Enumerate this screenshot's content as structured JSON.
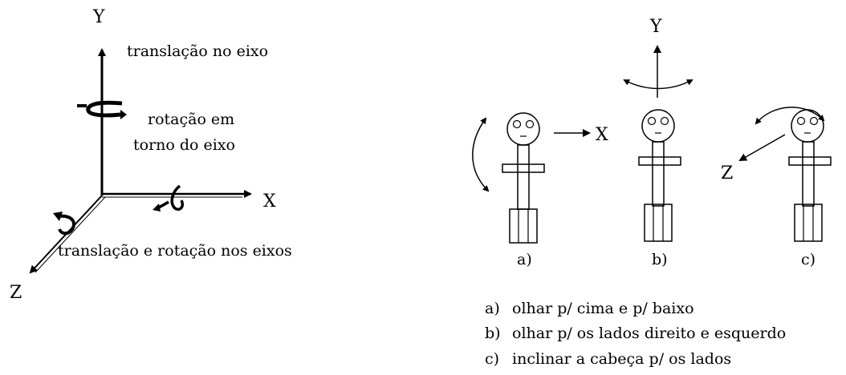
{
  "left": {
    "axis_y": "Y",
    "axis_x": "X",
    "axis_z": "Z",
    "translation_label": "translação no eixo",
    "rotation_label_1": "rotação em",
    "rotation_label_2": "torno do eixo",
    "bottom_label": "translação e rotação nos eixos"
  },
  "right": {
    "figure_a_axis": "X",
    "figure_b_axis": "Y",
    "figure_c_axis": "Z",
    "figure_a_caption": "a)",
    "figure_b_caption": "b)",
    "figure_c_caption": "c)",
    "legend": [
      {
        "key": "a)",
        "text": "olhar p/ cima e p/ baixo"
      },
      {
        "key": "b)",
        "text": "olhar p/ os lados direito e esquerdo"
      },
      {
        "key": "c)",
        "text": "inclinar a cabeça p/ os lados"
      }
    ]
  }
}
